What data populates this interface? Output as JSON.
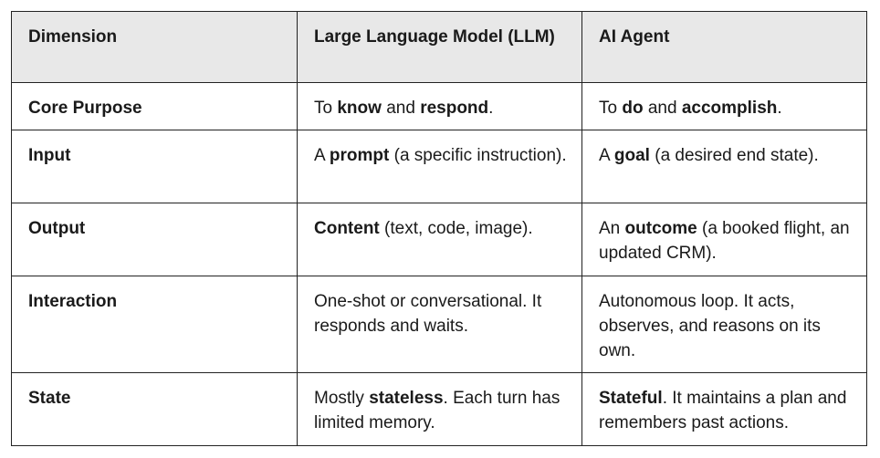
{
  "headers": [
    "Dimension",
    "Large Language Model (LLM)",
    "AI Agent"
  ],
  "rows": [
    {
      "dimension": "Core Purpose",
      "llm": [
        {
          "t": "To "
        },
        {
          "t": "know",
          "b": true
        },
        {
          "t": " and "
        },
        {
          "t": "respond",
          "b": true
        },
        {
          "t": "."
        }
      ],
      "agent": [
        {
          "t": "To "
        },
        {
          "t": "do",
          "b": true
        },
        {
          "t": " and "
        },
        {
          "t": "accomplish",
          "b": true
        },
        {
          "t": "."
        }
      ]
    },
    {
      "dimension": "Input",
      "llm": [
        {
          "t": "A "
        },
        {
          "t": "prompt",
          "b": true
        },
        {
          "t": " (a specific instruction)."
        }
      ],
      "agent": [
        {
          "t": "A "
        },
        {
          "t": "goal",
          "b": true
        },
        {
          "t": " (a desired end state)."
        }
      ]
    },
    {
      "dimension": "Output",
      "llm": [
        {
          "t": "Content",
          "b": true
        },
        {
          "t": " (text, code, image)."
        }
      ],
      "agent": [
        {
          "t": "An "
        },
        {
          "t": "outcome",
          "b": true
        },
        {
          "t": " (a booked flight, an updated CRM)."
        }
      ]
    },
    {
      "dimension": "Interaction",
      "llm": [
        {
          "t": "One-shot or conversational. It responds and waits."
        }
      ],
      "agent": [
        {
          "t": "Autonomous loop. It acts, observes, and reasons on its own."
        }
      ]
    },
    {
      "dimension": "State",
      "llm": [
        {
          "t": "Mostly "
        },
        {
          "t": "stateless",
          "b": true
        },
        {
          "t": ". Each turn has limited memory."
        }
      ],
      "agent": [
        {
          "t": "Stateful",
          "b": true
        },
        {
          "t": ". It maintains a plan and remembers past actions."
        }
      ]
    }
  ]
}
